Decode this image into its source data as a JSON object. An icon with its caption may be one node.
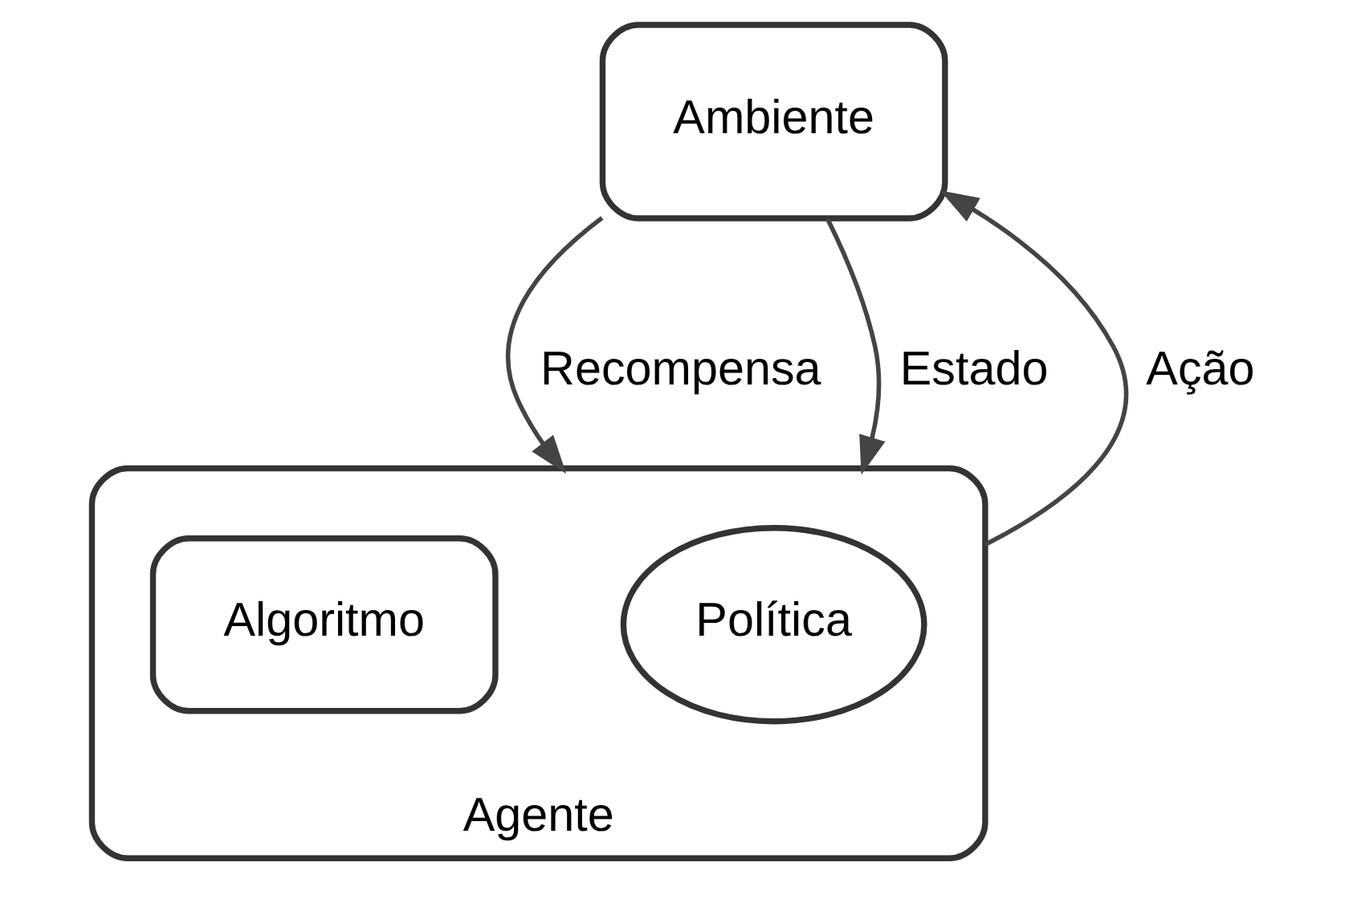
{
  "diagram": {
    "nodes": [
      {
        "text": [
          "Ambiente"
        ]
      },
      {
        "text": [
          "Agente"
        ]
      },
      {
        "text": [
          "Política"
        ],
        "in": 1
      },
      {
        "text": [
          "Algoritmo"
        ],
        "in": 1
      }
    ],
    "edges": [
      {
        "from": 0,
        "to": 1,
        "arrow": "to",
        "label": "Recompensa"
      },
      {
        "from": 0,
        "to": 1,
        "arrow": "to",
        "label": "Estado"
      },
      {
        "from": 1,
        "to": 0,
        "arrow": "to",
        "label": "Ação"
      }
    ]
  }
}
